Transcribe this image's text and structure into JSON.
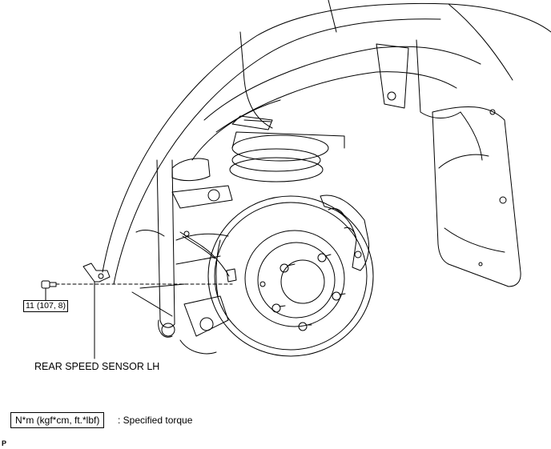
{
  "labels": {
    "torque_value": "11 (107, 8)",
    "component": "REAR SPEED SENSOR LH",
    "legend_units": "N*m (kgf*cm, ft.*lbf)",
    "legend_description": ": Specified torque",
    "page_mark": "P"
  },
  "colors": {
    "line": "#000000",
    "background": "#ffffff"
  },
  "icons": [
    "bolt-icon",
    "speed-sensor-icon",
    "brake-disc-icon",
    "caliper-icon",
    "mud-flap-icon"
  ]
}
